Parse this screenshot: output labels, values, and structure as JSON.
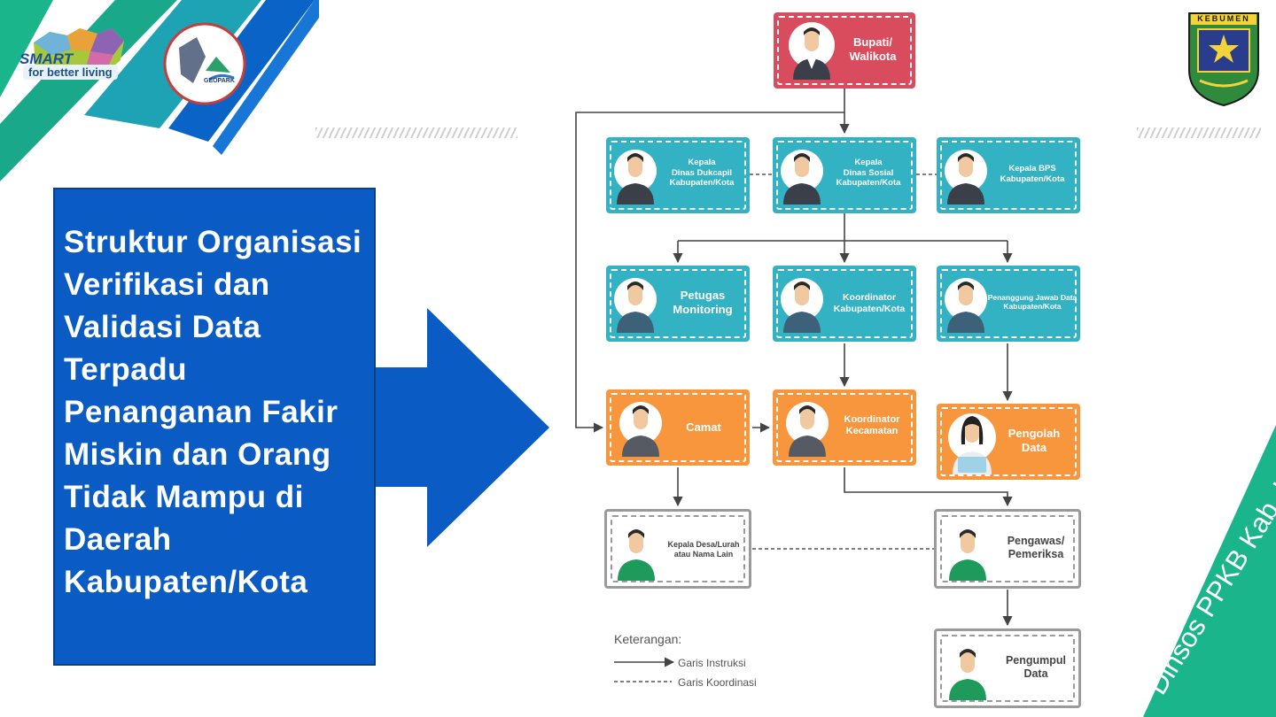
{
  "slide": {
    "title": "Struktur Organisasi Verifikasi dan Validasi Data Terpadu Penanganan Fakir Miskin dan Orang Tidak Mampu di Daerah Kabupaten/Kota",
    "footer_diagonal": "Dinsos PPKB Kab. Kebumen"
  },
  "logos": {
    "smart_main": "SMART",
    "smart_tagline": "for better living",
    "geopark_label": "GEOPARK",
    "crest_label": "KEBUMEN"
  },
  "colors": {
    "title_box": "#0a5cc4",
    "arrow": "#0a5cc4",
    "node_red": "#d94c5d",
    "node_teal": "#33b2c3",
    "node_orange": "#f7963c",
    "node_white_border": "#9a9a9a",
    "accent_green": "#1bb58c",
    "accent_blue": "#0a64c8"
  },
  "org_chart": {
    "bupati": "Bupati/\nWalikota",
    "dukcapil": "Kepala\nDinas Dukcapil\nKabupaten/Kota",
    "dinsos": "Kepala\nDinas Sosial\nKabupaten/Kota",
    "bps": "Kepala BPS\nKabupaten/Kota",
    "petugas": "Petugas\nMonitoring",
    "koord_kab": "Koordinator\nKabupaten/Kota",
    "pj_data": "Penanggung Jawab Data\nKabupaten/Kota",
    "camat": "Camat",
    "koord_kec": "Koordinator\nKecamatan",
    "pengolah": "Pengolah\nData",
    "kades": "Kepala Desa/Lurah\natau Nama Lain",
    "pengawas": "Pengawas/\nPemeriksa",
    "pengumpul": "Pengumpul\nData"
  },
  "legend": {
    "title": "Keterangan:",
    "instruksi": "Garis Instruksi",
    "koordinasi": "Garis Koordinasi"
  }
}
